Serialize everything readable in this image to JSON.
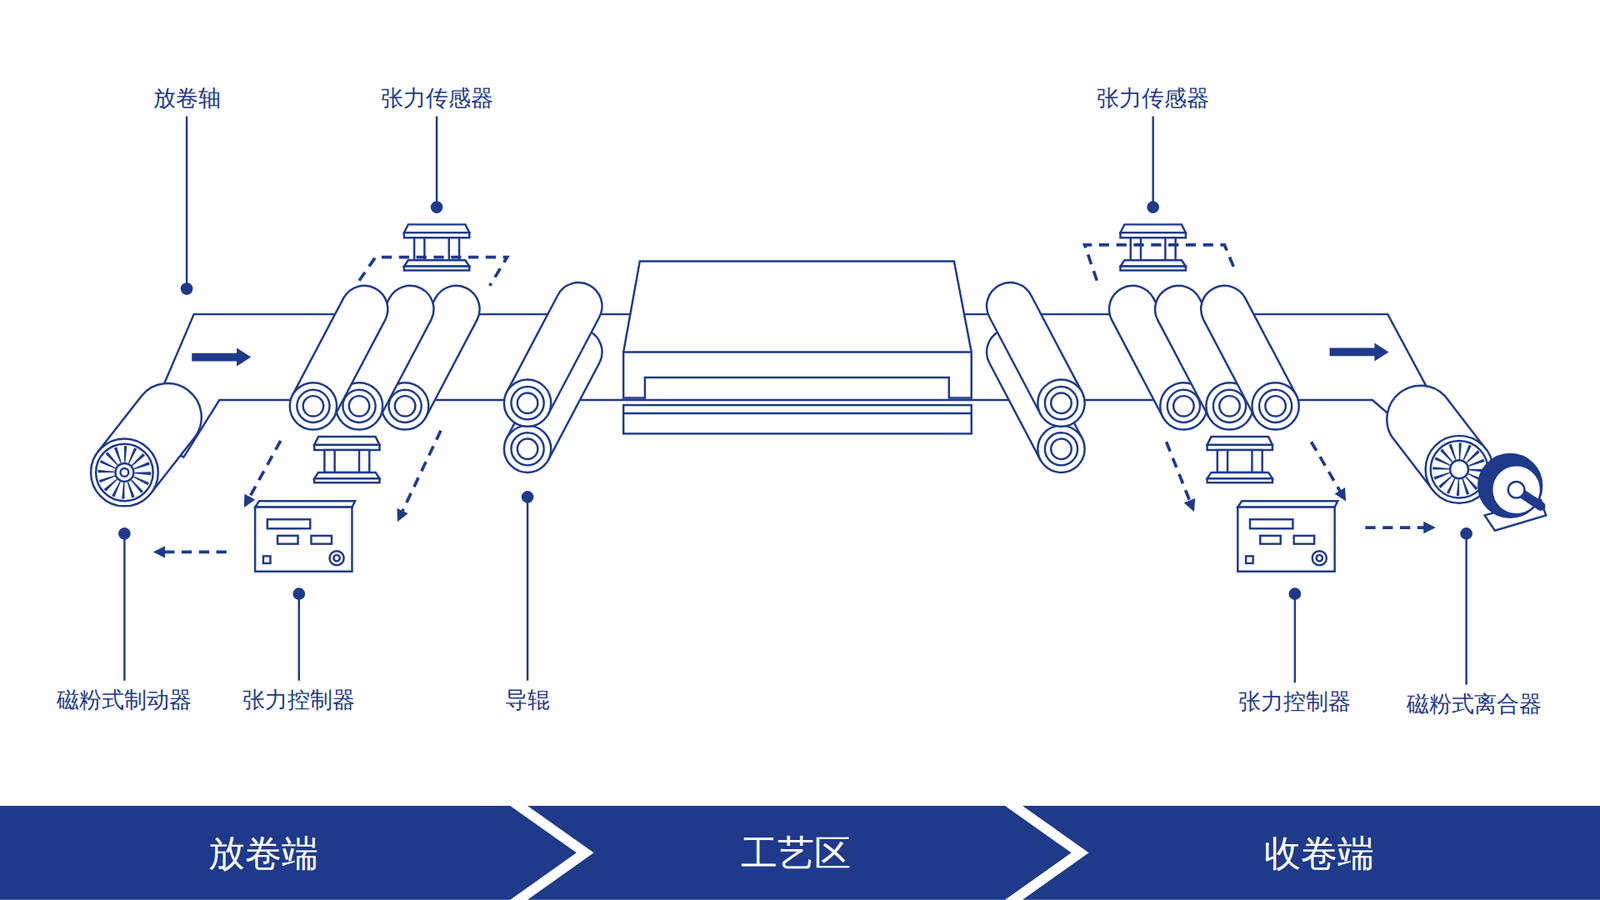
{
  "diagram": {
    "nodes": [
      {
        "text": [
          "放卷端"
        ]
      },
      {
        "text": [
          "工艺区"
        ]
      },
      {
        "text": [
          "收卷端"
        ]
      }
    ],
    "labels": [
      "放卷轴",
      "张力传感器",
      "张力传感器",
      "磁粉式制动器",
      "张力控制器",
      "导辊",
      "张力控制器",
      "磁粉式离合器"
    ]
  }
}
